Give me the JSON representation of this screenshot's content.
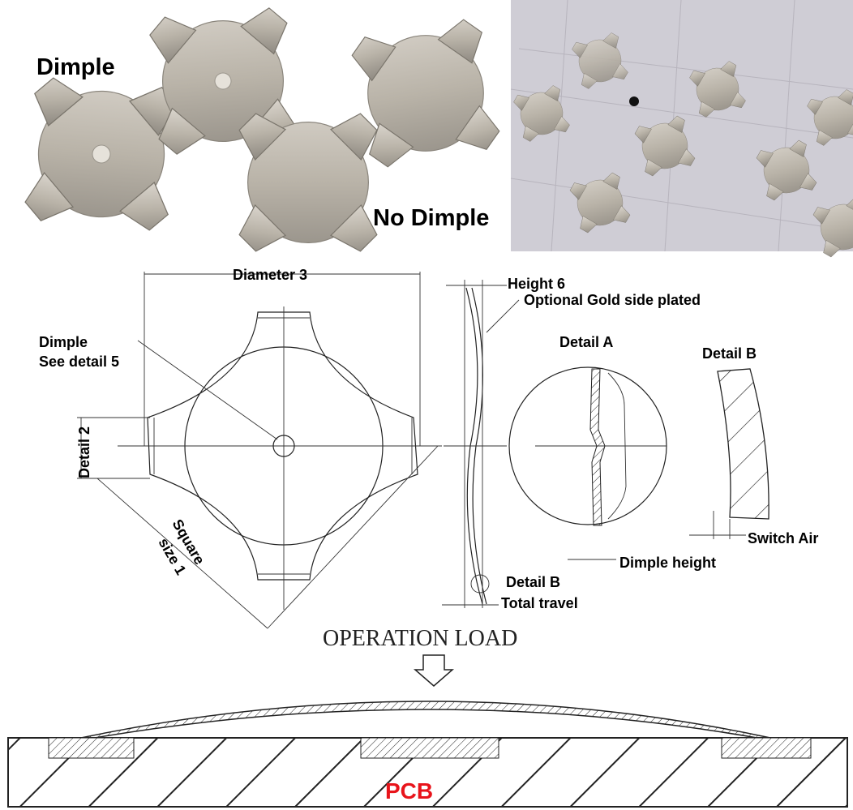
{
  "photos": {
    "label_dimple": "Dimple",
    "label_no_dimple": "No Dimple"
  },
  "drawing": {
    "diameter": "Diameter 3",
    "dimple_line1": "Dimple",
    "dimple_line2": "See detail 5",
    "detail2": "Detail 2",
    "square_line1": "Square",
    "square_line2": "size 1",
    "height": "Height 6",
    "gold": "Optional Gold side plated",
    "detail_a": "Detail A",
    "detail_b_title": "Detail B",
    "detail_b_callout": "Detail B",
    "total_travel": "Total travel",
    "dimple_height": "Dimple height",
    "switch_air": "Switch Air"
  },
  "section": {
    "title": "OPERATION LOAD",
    "pcb": "PCB",
    "pcb_color": "#e8141b"
  }
}
